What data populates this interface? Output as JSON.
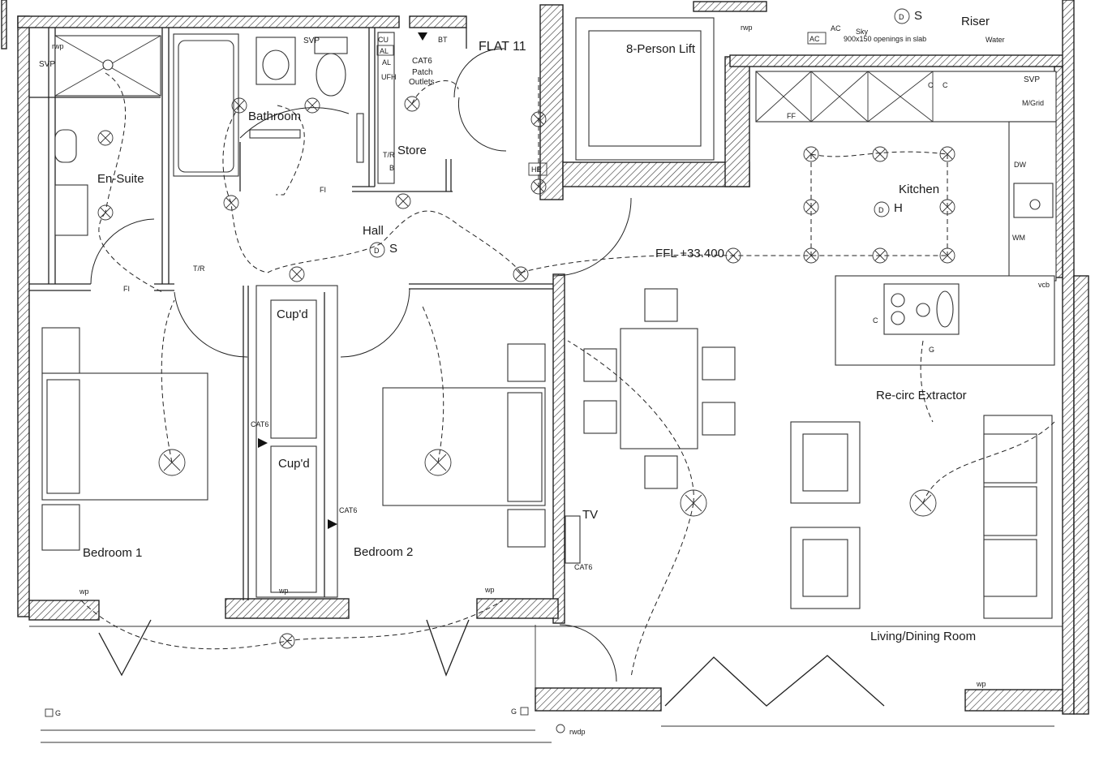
{
  "drawing": {
    "flat_label": "FLAT 11",
    "level_label": "FFL +33.400",
    "rooms": {
      "bathroom": "Bathroom",
      "ensuite": "En-Suite",
      "store": "Store",
      "hall": "Hall",
      "lift": "8-Person Lift",
      "riser": "Riser",
      "kitchen": "Kitchen",
      "bedroom1": "Bedroom 1",
      "bedroom2": "Bedroom 2",
      "living": "Living/Dining Room",
      "cupd_upper": "Cup'd",
      "cupd_lower": "Cup'd"
    },
    "annotations": {
      "svp_bath": "SVP",
      "svp_ensuite": "SVP",
      "svp_kitchen": "SVP",
      "rwp_ensuite": "rwp",
      "rwp_lift": "rwp",
      "rwdp": "rwdp",
      "cu": "CU",
      "al_box": "AL",
      "al": "AL",
      "ufh": "UFH",
      "cat6_line1": "CAT6",
      "cat6_line2": "Patch",
      "cat6_line3": "Outlets",
      "bt": "BT",
      "tr_store": "T/R",
      "b_store": "B",
      "tr_hall": "T/R",
      "he": "HE",
      "fi_hall": "FI",
      "fi_ensuite": "FI",
      "ac": "AC",
      "ac_box": "AC",
      "sky": "Sky",
      "slab": "900x150 openings in slab",
      "water": "Water",
      "m_grid": "M/Grid",
      "ff": "FF",
      "dw": "DW",
      "wm": "WM",
      "vcb": "vcb",
      "c1": "C",
      "c2": "C",
      "c3": "C",
      "g_hob": "G",
      "recirc": "Re-circ Extractor",
      "tv": "TV",
      "cat6_a": "CAT6",
      "cat6_b": "CAT6",
      "cat6_c": "CAT6",
      "wp1": "wp",
      "wp2": "wp",
      "wp3": "wp",
      "wp4": "wp",
      "g_left": "G",
      "g_mid": "G",
      "s_hall": "S",
      "s_riser": "S",
      "h_kitchen": "H",
      "d1": "D",
      "d2": "D",
      "d3": "D"
    }
  },
  "colors": {
    "ink": "#222222",
    "paper": "#ffffff"
  }
}
